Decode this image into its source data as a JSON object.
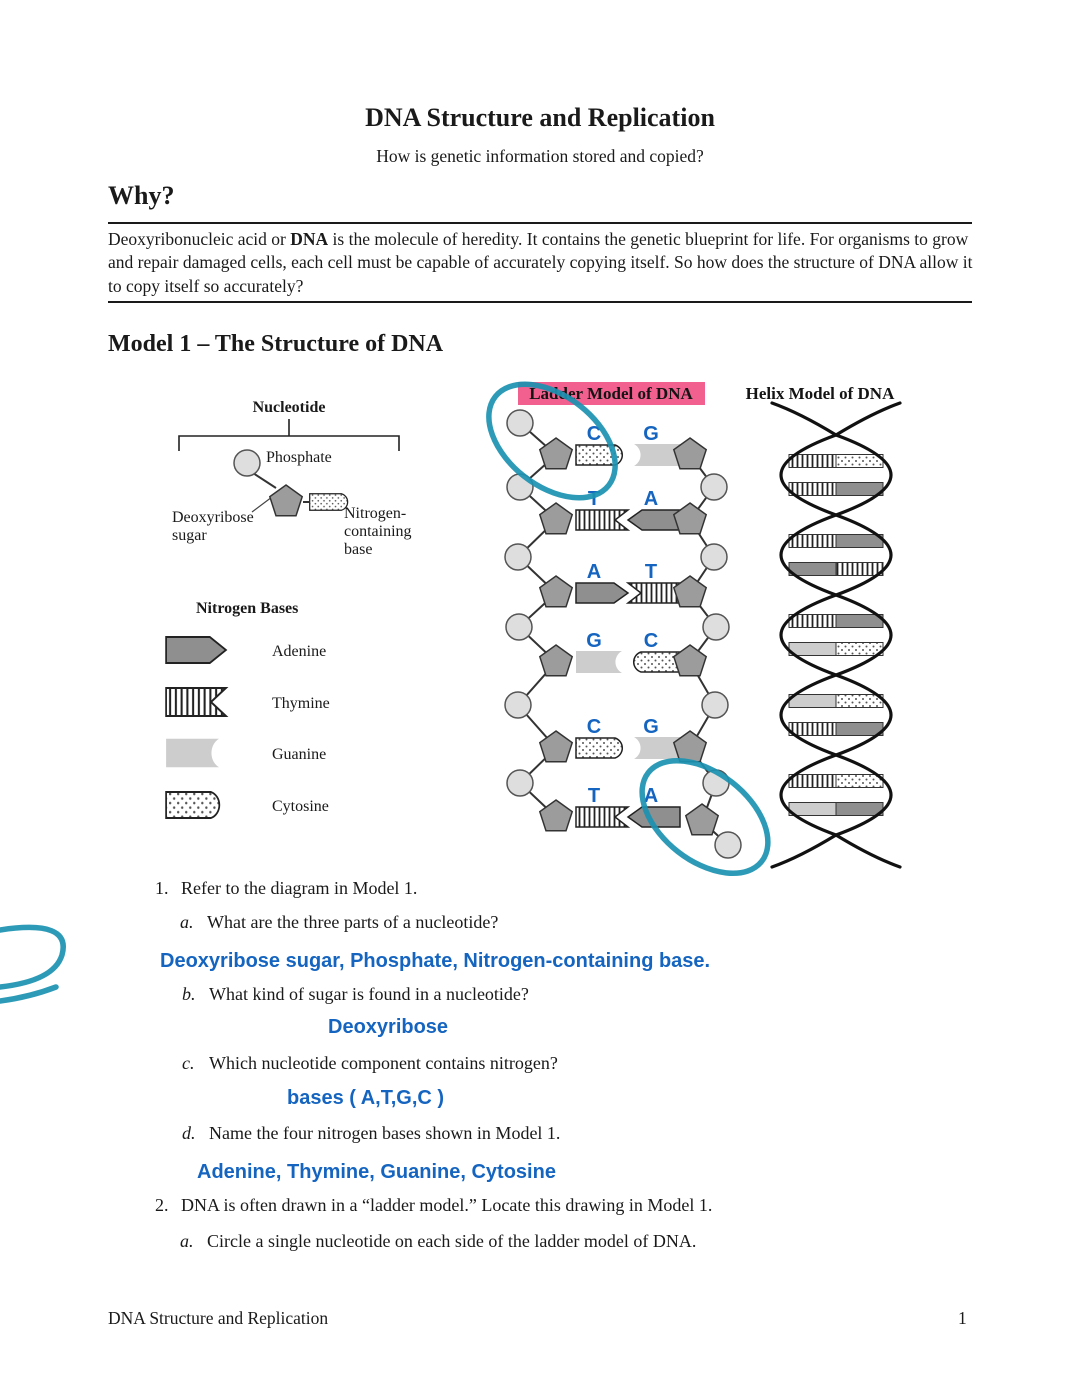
{
  "page": {
    "title": "DNA Structure and Replication",
    "subtitle": "How is genetic information stored and copied?"
  },
  "why": {
    "heading": "Why?",
    "text_pre": "Deoxyribonucleic acid or ",
    "text_bold": "DNA",
    "text_post": " is the molecule of heredity. It contains the genetic blueprint for life. For organisms to grow and repair damaged cells, each cell must be capable of accurately copying itself. So how does the structure of DNA allow it to copy itself so accurately?"
  },
  "model1": {
    "heading": "Model 1 – The Structure of DNA",
    "nucleotide": {
      "title": "Nucleotide",
      "phosphate": "Phosphate",
      "sugar_line1": "Deoxyribose",
      "sugar_line2": "sugar",
      "base_line1": "Nitrogen-",
      "base_line2": "containing",
      "base_line3": "base"
    },
    "legend": {
      "heading": "Nitrogen Bases",
      "items": [
        {
          "label": "Adenine"
        },
        {
          "label": "Thymine"
        },
        {
          "label": "Guanine"
        },
        {
          "label": "Cytosine"
        }
      ]
    },
    "ladder": {
      "title": "Ladder Model of DNA",
      "rungs": [
        {
          "left": "C",
          "right": "G"
        },
        {
          "left": "T",
          "right": "A"
        },
        {
          "left": "A",
          "right": "T"
        },
        {
          "left": "G",
          "right": "C"
        },
        {
          "left": "C",
          "right": "G"
        },
        {
          "left": "T",
          "right": "A"
        }
      ]
    },
    "helix": {
      "title": "Helix Model of DNA"
    }
  },
  "questions": {
    "q1": {
      "number": "1.",
      "text": "Refer to the diagram in Model 1."
    },
    "q1a": {
      "letter": "a.",
      "text": "What are the three parts of a nucleotide?",
      "answer": "Deoxyribose sugar, Phosphate, Nitrogen-containing base."
    },
    "q1b": {
      "letter": "b.",
      "text": "What kind of sugar is found in a nucleotide?",
      "answer": "Deoxyribose"
    },
    "q1c": {
      "letter": "c.",
      "text": "Which nucleotide component contains nitrogen?",
      "answer": "bases ( A,T,G,C )"
    },
    "q1d": {
      "letter": "d.",
      "text": "Name the four nitrogen bases shown in Model 1.",
      "answer": "Adenine, Thymine, Guanine, Cytosine"
    },
    "q2": {
      "number": "2.",
      "text": "DNA is often drawn in a “ladder model.” Locate this drawing in Model 1."
    },
    "q2a": {
      "letter": "a.",
      "text": "Circle a single nucleotide on each side of the ladder model of DNA."
    }
  },
  "footer": {
    "left": "DNA Structure and Replication",
    "page": "1"
  },
  "colors": {
    "answer_blue": "#1565c0",
    "highlight_pink": "#f2608f",
    "annotation_teal": "#1b93b1"
  }
}
